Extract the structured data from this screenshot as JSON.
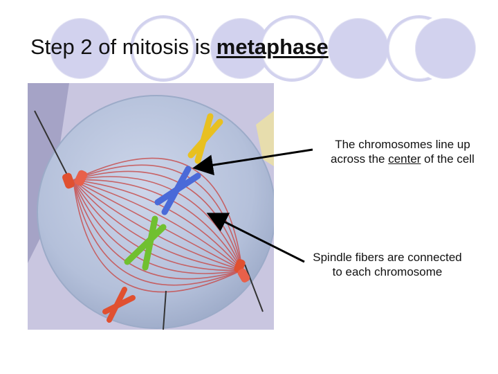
{
  "slide": {
    "title_prefix": "Step 2 of mitosis is ",
    "title_emphasis": "metaphase"
  },
  "callouts": [
    {
      "line1": "The chromosomes line up",
      "line2_before": "across the ",
      "line2_emphasis": "center",
      "line2_after": " of the cell"
    },
    {
      "line1": "Spindle fibers are connected",
      "line2": "to each chromosome"
    }
  ],
  "colors": {
    "decor_circle": "#d2d2ee",
    "cell": "#b8c4de",
    "spindle_fiber": "#c85050",
    "chromosome_yellow": "#e8c020",
    "chromosome_blue": "#4a6ad8",
    "chromosome_green": "#70c030",
    "chromosome_red": "#e05030"
  }
}
